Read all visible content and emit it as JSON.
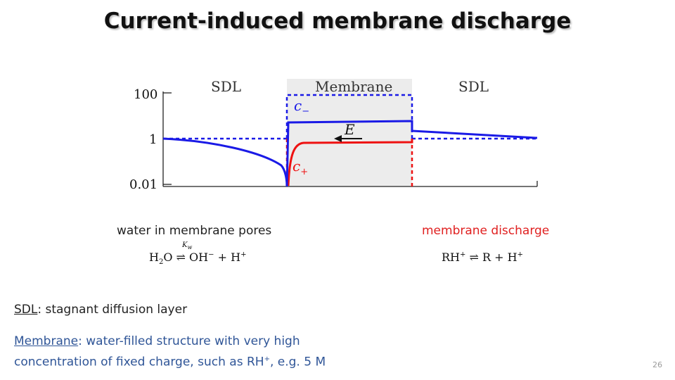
{
  "slide": {
    "title": "Current-induced membrane discharge",
    "page_number": "26"
  },
  "figure": {
    "region_labels": [
      "SDL",
      "Membrane",
      "SDL"
    ],
    "y_tick_labels": [
      "100",
      "1",
      "0.01"
    ],
    "curve_label_minus": "c",
    "curve_label_minus_sub": "−",
    "curve_label_plus": "c",
    "curve_label_plus_sub": "+",
    "field_label": "E",
    "colors": {
      "c_minus": "#1a1ae6",
      "c_plus": "#ee1111",
      "membrane_fill": "#ececec"
    }
  },
  "captions": {
    "left": "water in membrane pores",
    "right": "membrane discharge"
  },
  "equations": {
    "water_lhs": "H",
    "water_lhs_sub": "2",
    "water_lhs_tail": "O",
    "water_arrow": "⇌",
    "water_kw": "K",
    "water_kw_sub": "w",
    "water_rhs_a": "OH",
    "water_rhs_a_sup": "−",
    "water_plus": "+",
    "water_rhs_b": "H",
    "water_rhs_b_sup": "+",
    "discharge_lhs": "RH",
    "discharge_lhs_sup": "+",
    "discharge_arrow": "⇌",
    "discharge_rhs_a": "R",
    "discharge_plus": "+",
    "discharge_rhs_b": "H",
    "discharge_rhs_b_sup": "+"
  },
  "definitions": {
    "sdl_term": "SDL",
    "sdl_text": ": stagnant diffusion layer",
    "membrane_term": "Membrane",
    "membrane_text_1": ": water-filled structure with very high",
    "membrane_text_2": "concentration of fixed charge, such as RH",
    "membrane_text_2_sup": "+",
    "membrane_text_3": ", e.g. 5 M"
  }
}
